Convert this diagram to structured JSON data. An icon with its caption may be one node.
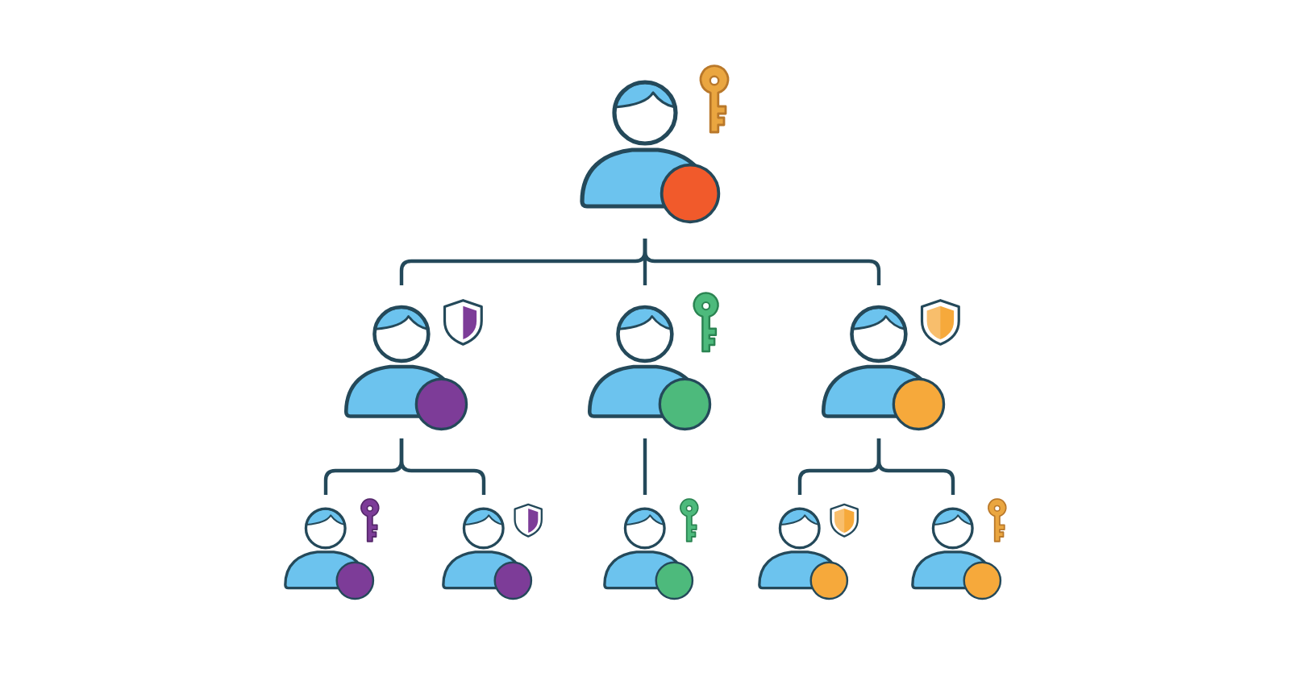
{
  "diagram": {
    "nodes": [
      {
        "text": [],
        "shape": "person"
      },
      {
        "text": [],
        "shape": "person"
      },
      {
        "text": [],
        "shape": "person"
      },
      {
        "text": [],
        "shape": "person"
      },
      {
        "text": [],
        "shape": "person"
      },
      {
        "text": [],
        "shape": "person"
      },
      {
        "text": [],
        "shape": "person"
      },
      {
        "text": [],
        "shape": "person"
      },
      {
        "text": [],
        "shape": "person"
      }
    ],
    "edges": [
      {
        "from": 0,
        "to": 1,
        "arrow": "none"
      },
      {
        "from": 0,
        "to": 2,
        "arrow": "none"
      },
      {
        "from": 0,
        "to": 3,
        "arrow": "none"
      },
      {
        "from": 1,
        "to": 4,
        "arrow": "none"
      },
      {
        "from": 1,
        "to": 5,
        "arrow": "none"
      },
      {
        "from": 2,
        "to": 6,
        "arrow": "none"
      },
      {
        "from": 3,
        "to": 7,
        "arrow": "none"
      },
      {
        "from": 3,
        "to": 8,
        "arrow": "none"
      }
    ]
  }
}
